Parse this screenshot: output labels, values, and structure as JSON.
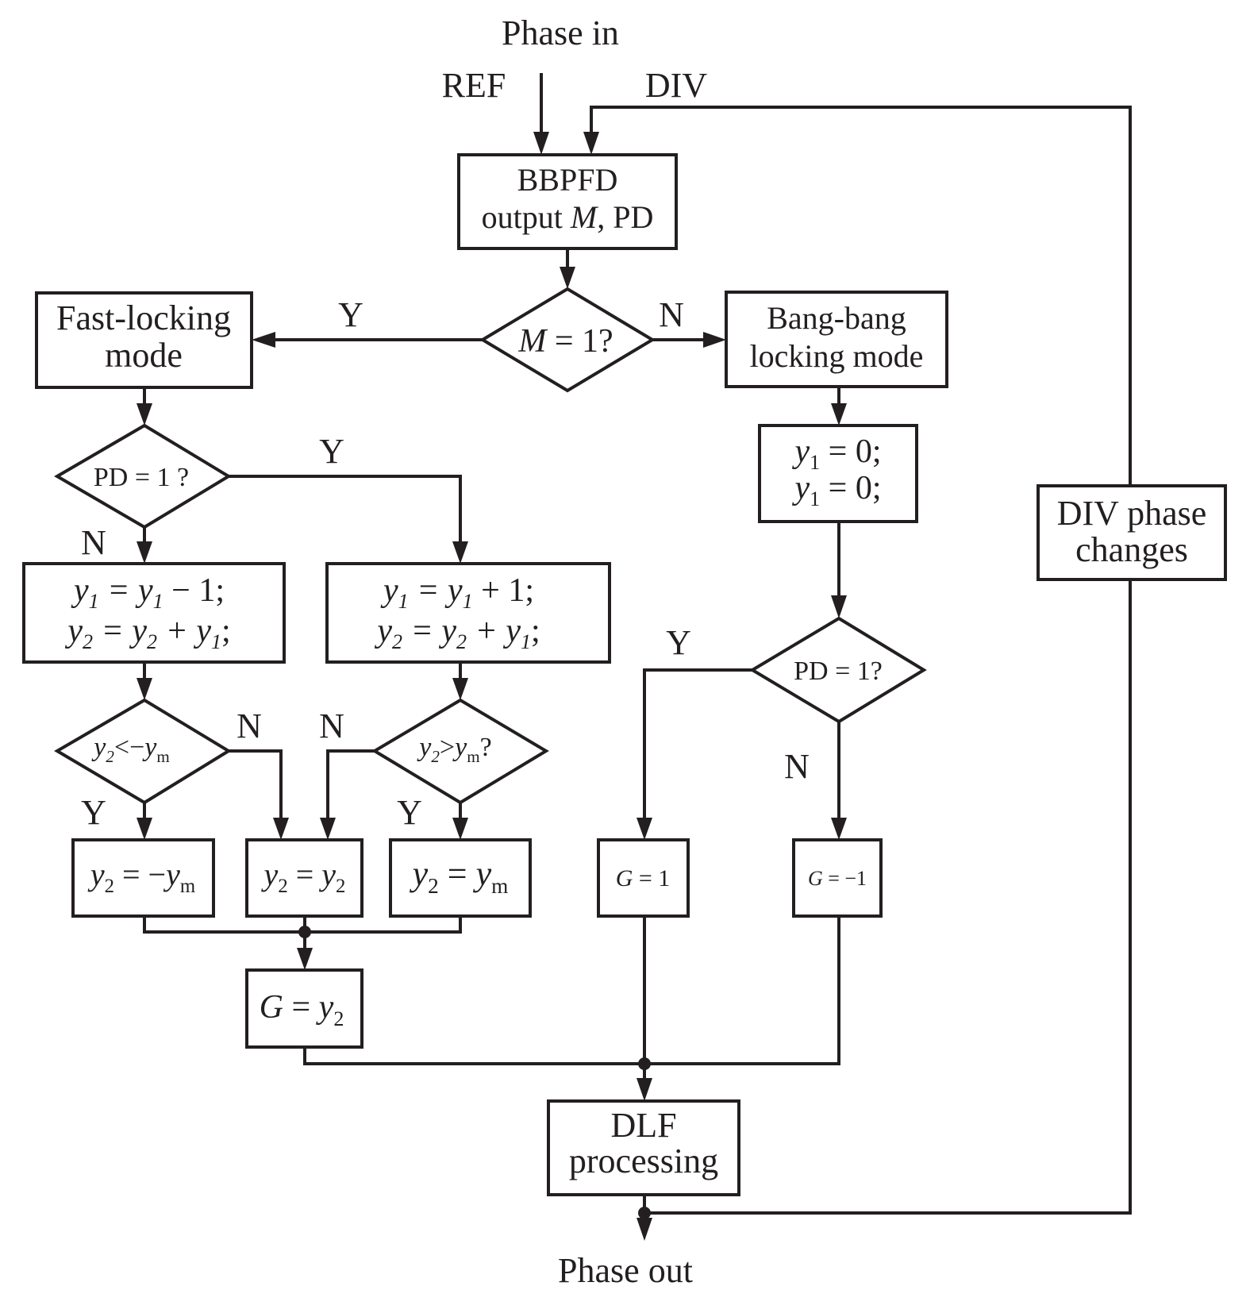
{
  "inputs": {
    "phase_in": "Phase in",
    "ref": "REF",
    "div": "DIV"
  },
  "output": {
    "phase_out": "Phase out"
  },
  "bbpfd": {
    "line1": "BBPFD",
    "line2_pre": "output ",
    "line2_var": "M",
    "line2_post": ", PD"
  },
  "decision_m": {
    "var": "M",
    "rest": " = 1?"
  },
  "fast_mode": {
    "line1": "Fast-locking",
    "line2": "mode"
  },
  "bang_mode": {
    "line1": "Bang-bang",
    "line2": "locking mode"
  },
  "pd_left": {
    "label": "PD = 1 ?"
  },
  "pd_right": {
    "label": "PD = 1?"
  },
  "branch": {
    "yes": "Y",
    "no": "N"
  },
  "div_phase": {
    "line1": "DIV phase",
    "line2": "changes"
  },
  "dlf": {
    "line1": "DLF",
    "line2": "processing"
  },
  "reset_box": {
    "a": "y",
    "sub": "1",
    "rest": " = 0;"
  },
  "update_left": {
    "l1": {
      "y": "y",
      "s1": "1",
      "eq": " = ",
      "y2": "y",
      "s2": "1",
      "tail": " − 1;"
    },
    "l2": {
      "y": "y",
      "s1": "2",
      "eq": " = ",
      "y2": "y",
      "s2": "2",
      "plus": " + ",
      "y3": "y",
      "s3": "1",
      "tail": ";"
    }
  },
  "update_right": {
    "l1": {
      "y": "y",
      "s1": "1",
      "eq": " = ",
      "y2": "y",
      "s2": "1",
      "tail": " + 1;"
    },
    "l2": {
      "y": "y",
      "s1": "2",
      "eq": " = ",
      "y2": "y",
      "s2": "2",
      "plus": " + ",
      "y3": "y",
      "s3": "1",
      "tail": ";"
    }
  },
  "cmp_left": {
    "y": "y",
    "s": "2",
    "op": "<−",
    "ym": "y",
    "ms": "m"
  },
  "cmp_right": {
    "y": "y",
    "s": "2",
    "op": ">",
    "ym": "y",
    "ms": "m",
    "tail": "?"
  },
  "assign_neg": {
    "y": "y",
    "s": "2",
    "eq": " = −",
    "ym": "y",
    "ms": "m"
  },
  "assign_same": {
    "y": "y",
    "s": "2",
    "eq": " = ",
    "y2": "y",
    "s2": "2"
  },
  "assign_pos": {
    "y": "y",
    "s": "2",
    "eq": " = ",
    "ym": "y",
    "ms": "m"
  },
  "g_y2": {
    "g": "G",
    "eq": " = ",
    "y": "y",
    "s": "2"
  },
  "g_pos": {
    "g": "G",
    "rest": " = 1"
  },
  "g_neg": {
    "g": "G",
    "rest": " = −1"
  }
}
